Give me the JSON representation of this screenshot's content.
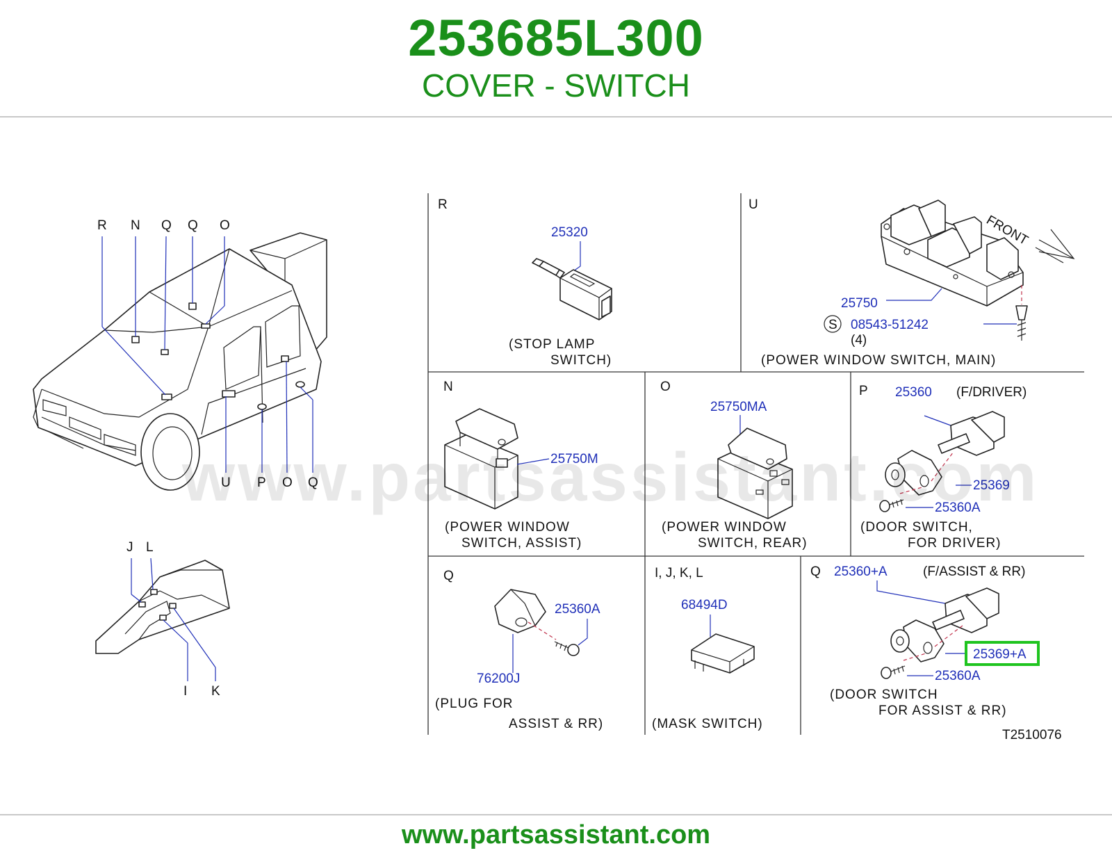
{
  "header": {
    "part_number": "253685L300",
    "part_name": "COVER - SWITCH"
  },
  "footer": {
    "url": "www.partsassistant.com"
  },
  "watermark": "www.partsassistant.com",
  "colors": {
    "brand_green": "#1a8f1a",
    "part_number_blue": "#1f2fb8",
    "highlight_green": "#1fc41f"
  },
  "overview": {
    "top_letters": [
      "R",
      "N",
      "Q",
      "Q",
      "O"
    ],
    "bottom_letters": [
      "U",
      "P",
      "O",
      "Q"
    ],
    "console_top_letters": [
      "J",
      "L"
    ],
    "console_bottom_letters": [
      "I",
      "K"
    ]
  },
  "panels": {
    "r": {
      "letter": "R",
      "parts": [
        "25320"
      ],
      "caption": [
        "(STOP  LAMP",
        "SWITCH)"
      ]
    },
    "u": {
      "letter": "U",
      "front": "FRONT",
      "parts": [
        "25750",
        "08543-51242"
      ],
      "screw_symbol": "S",
      "qty": "(4)",
      "caption": [
        "(POWER  WINDOW  SWITCH,  MAIN)"
      ]
    },
    "n": {
      "letter": "N",
      "parts": [
        "25750M"
      ],
      "caption": [
        "(POWER  WINDOW",
        "SWITCH,  ASSIST)"
      ]
    },
    "o": {
      "letter": "O",
      "parts": [
        "25750MA"
      ],
      "caption": [
        "(POWER  WINDOW",
        "SWITCH,  REAR)"
      ]
    },
    "p": {
      "letter": "P",
      "note": "(F/DRIVER)",
      "parts": [
        "25360",
        "25369",
        "25360A"
      ],
      "caption": [
        "(DOOR  SWITCH,",
        "FOR  DRIVER)"
      ]
    },
    "q1": {
      "letter": "Q",
      "parts": [
        "25360A",
        "76200J"
      ],
      "caption": [
        "(PLUG  FOR",
        "ASSIST  &  RR)"
      ]
    },
    "ijkl": {
      "letter": "I,  J,  K,  L",
      "parts": [
        "68494D"
      ],
      "caption": [
        "(MASK  SWITCH)"
      ]
    },
    "q2": {
      "letter": "Q",
      "note": "(F/ASSIST  &  RR)",
      "parts": [
        "25360+A",
        "25369+A",
        "25360A"
      ],
      "highlighted": "25369+A",
      "caption": [
        "(DOOR  SWITCH",
        "FOR  ASSIST  &  RR)"
      ]
    }
  },
  "diagram_code": "T2510076"
}
